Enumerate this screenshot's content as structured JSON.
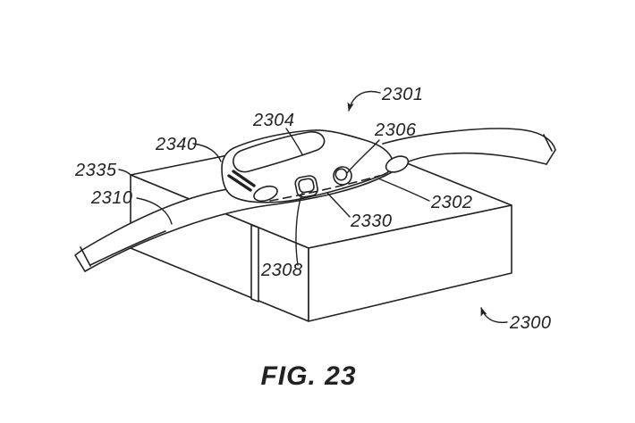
{
  "figure": {
    "caption": "FIG. 23",
    "background_color": "#ffffff",
    "line_color": "#222222",
    "labels": [
      {
        "text": "2301"
      },
      {
        "text": "2304"
      },
      {
        "text": "2306"
      },
      {
        "text": "2340"
      },
      {
        "text": "2335"
      },
      {
        "text": "2310"
      },
      {
        "text": "2302"
      },
      {
        "text": "2330"
      },
      {
        "text": "2308"
      },
      {
        "text": "2300"
      }
    ]
  }
}
